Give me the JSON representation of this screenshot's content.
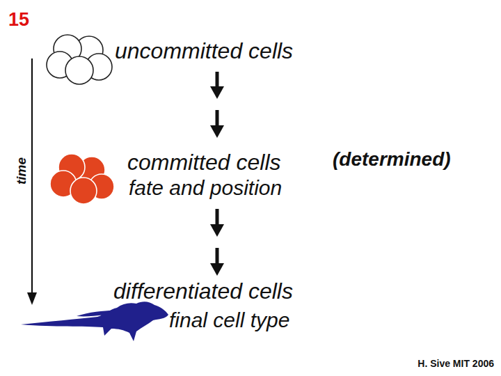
{
  "diagram": {
    "labels": [
      "15",
      "uncommitted cells",
      "committed cells",
      "fate and position",
      "(determined)",
      "differentiated cells",
      "final cell type",
      "time",
      "H. Sive MIT 2006"
    ]
  }
}
